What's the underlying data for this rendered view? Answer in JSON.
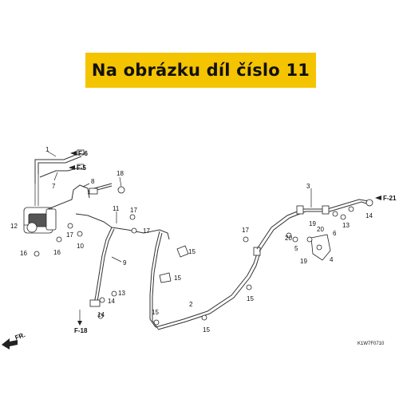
{
  "banner": {
    "text": "Na obrázku díl číslo 11",
    "color": "#f5c400"
  },
  "diagram_code": "K1W7F0710",
  "front_arrow": "FR.",
  "refs": {
    "f6": "F-6",
    "f5": "F-5",
    "f21": "F-21",
    "f18": "F-18"
  },
  "callouts": {
    "c1": "1",
    "c2": "2",
    "c3": "3",
    "c4": "4",
    "c5": "5",
    "c6": "6",
    "c7": "7",
    "c8": "8",
    "c9": "9",
    "c10": "10",
    "c11": "11",
    "c12": "12",
    "c13a": "13",
    "c13b": "13",
    "c14a": "14",
    "c14b": "14",
    "c14c": "14",
    "c15a": "15",
    "c15b": "15",
    "c15c": "15",
    "c15d": "15",
    "c15e": "15",
    "c16a": "16",
    "c16b": "16",
    "c17a": "17",
    "c17b": "17",
    "c17c": "17",
    "c17d": "17",
    "c18": "18",
    "c19a": "19",
    "c19b": "19",
    "c20a": "20",
    "c20b": "20"
  }
}
